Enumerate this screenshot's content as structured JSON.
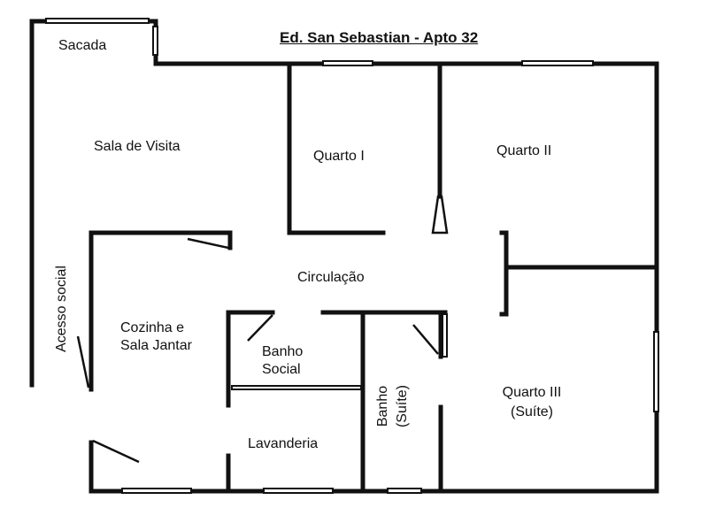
{
  "title": "Ed. San Sebastian - Apto 32",
  "rooms": {
    "sacada": "Sacada",
    "sala": "Sala de Visita",
    "quarto1": "Quarto I",
    "quarto2": "Quarto II",
    "circulacao": "Circulação",
    "acesso": "Acesso social",
    "cozinha1": "Cozinha e",
    "cozinha2": "Sala Jantar",
    "banho_social1": "Banho",
    "banho_social2": "Social",
    "banho_suite1": "Banho",
    "banho_suite2": "(Suíte)",
    "quarto3_1": "Quarto III",
    "quarto3_2": "(Suíte)",
    "lavanderia": "Lavanderia"
  },
  "colors": {
    "wall": "#111111",
    "background": "#ffffff"
  }
}
